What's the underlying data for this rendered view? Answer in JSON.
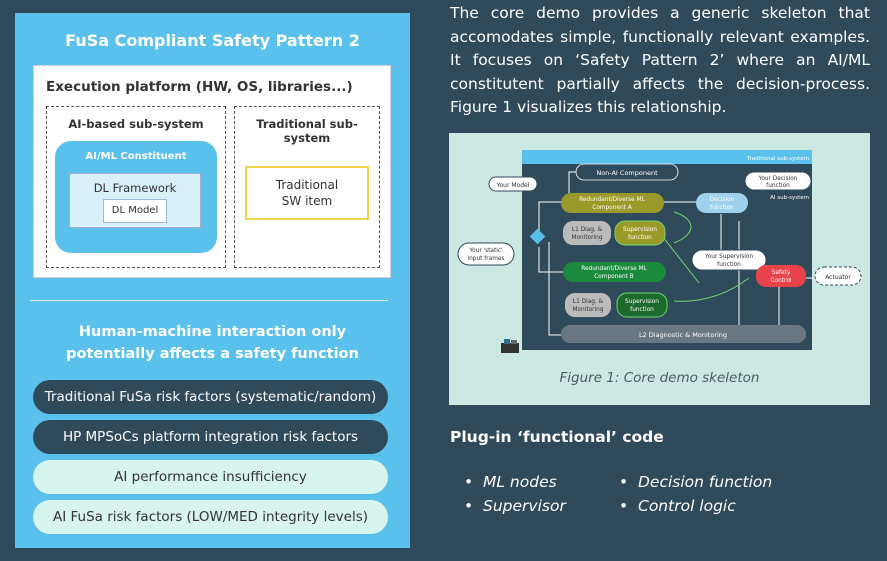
{
  "left": {
    "title": "FuSa Compliant Safety Pattern 2",
    "exec_title": "Execution platform (HW, OS, libraries...)",
    "ai_subsystem": "AI-based sub-system",
    "trad_subsystem": "Traditional sub-system",
    "ai_constituent": "AI/ML Constituent",
    "dl_framework": "DL Framework",
    "dl_model": "DL Model",
    "trad_sw": "Traditional\nSW item",
    "hmi": "Human-machine interaction only potentially affects a safety function",
    "risks": [
      "Traditional FuSa risk factors (systematic/random)",
      "HP MPSoCs platform integration risk factors",
      "AI performance insufficiency",
      "AI FuSa risk factors (LOW/MED integrity levels)"
    ]
  },
  "right": {
    "intro": "The core demo provides a generic skeleton that accomodates simple, functionally relevant examples. It focuses on ‘Safety Pattern 2’ where an AI/ML constitutent partially affects the decision-process. Figure 1 visualizes this relationship.",
    "caption": "Figure 1: Core demo skeleton",
    "plugin_title": "Plug-in ‘functional’ code",
    "bullets_left": [
      "ML nodes",
      "Supervisor"
    ],
    "bullets_right": [
      "Decision function",
      "Control logic"
    ]
  },
  "diagram": {
    "trad_label": "Traditional sub-system",
    "ai_label": "AI sub-system",
    "non_ai": "Non-AI Component",
    "your_model": "Your Model",
    "ml_a": "Redundant/Diverse ML\nComponent A",
    "ml_b": "Redundant/Diverse ML\nComponent B",
    "l1": "L1 Diag. &\nMonitoring",
    "supervision": "Supervision\nfunction",
    "decision": "Decision\nfunction",
    "your_decision": "Your Decision\nfunction",
    "your_supervision": "Your Supervision\nfunction",
    "static_input": "Your 'static'\ninput frames",
    "safety_control": "Safety\nControl",
    "actuator": "Actuator",
    "l2": "L2 Diagnostic & Monitoring"
  }
}
